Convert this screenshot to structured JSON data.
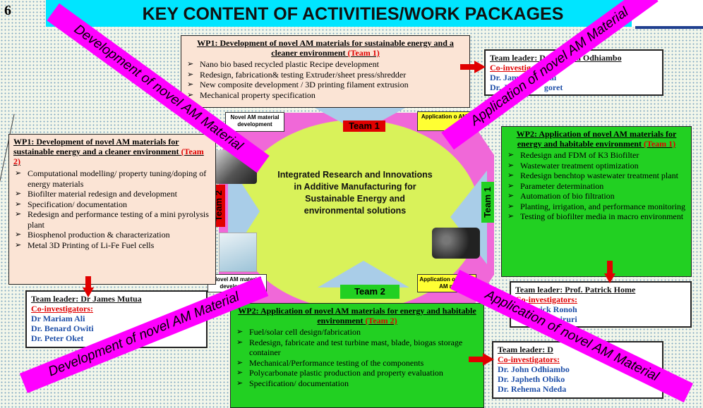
{
  "slide_number": "6",
  "title": "KEY CONTENT OF ACTIVITIES/WORK PACKAGES",
  "center_text": "Integrated Research and Innovations in Additive Manufacturing for Sustainable Energy and environmental solutions",
  "wp_top": {
    "header": "WP1: Development of novel AM materials for sustainable energy and a cleaner environment",
    "team": "(Team 1)",
    "items": [
      "Nano bio based recycled plastic Recipe development",
      "Redesign, fabrication& testing Extruder/sheet press/shredder",
      "New composite development / 3D printing filament extrusion",
      "Mechanical property specification"
    ]
  },
  "wp_left": {
    "header": "WP1: Development of novel AM materials for sustainable energy and a cleaner environment",
    "team": "(Team 2)",
    "items": [
      "Computational modelling/ property tuning/doping of energy materials",
      "Biofilter material redesign and development",
      "Specification/ documentation",
      "Redesign and performance testing of a mini pyrolysis plant",
      "Biosphenol production & characterization",
      "Metal 3D Printing of Li-Fe Fuel cells"
    ]
  },
  "wp_right": {
    "header": "WP2: Application of novel AM materials for energy and habitable environment",
    "team": "(Team 1)",
    "items": [
      "Redesign and FDM of K3 Biofilter",
      "Wastewater treatment optimization",
      "Redesign benchtop wastewater treatment plant",
      "Parameter determination",
      "Automation of bio filtration",
      "Planting, irrigation, and performance monitoring",
      "Testing of biofilter media in macro environment"
    ]
  },
  "wp_bottom": {
    "header": "WP2: Application of novel AM materials for energy and habitable environment",
    "team": "(Team 2)",
    "items": [
      "Fuel/solar cell design/fabrication",
      "Redesign, fabricate and test turbine mast, blade, biogas storage container",
      "Mechanical/Performance testing of the components",
      "Polycarbonate plastic production and property evaluation",
      "Specification/ documentation"
    ]
  },
  "leaders": {
    "top_right": {
      "leader": "Team leader: D",
      "leader_end": "ald Odhiambo",
      "co": "Co-investig",
      "names": [
        "Dr. Jam",
        "Dr. J"
      ],
      "names_end": [
        "ai",
        "goret"
      ]
    },
    "left": {
      "leader": "Team leader: Dr James Mutua",
      "co": "Co-investigators:",
      "names": [
        "Dr Mariam Ali",
        "Dr. Benard Owiti",
        "Dr. Peter Oket"
      ]
    },
    "right": {
      "leader": "Team leader: Prof. Patrick Home",
      "co": "Co-investigators:",
      "names": [
        "Erick Ronoh",
        "rick Muiruri"
      ]
    },
    "bottom_right": {
      "leader": "Team leader: D",
      "leader_end": "rimi",
      "co": "Co-investigators:",
      "names": [
        "Dr. John Odhiambo",
        "Dr. Japheth Obiko",
        "Dr. Rehema Ndeda"
      ]
    }
  },
  "labels": {
    "nam_dev_top": "Novel AM material development",
    "app_top": "Application o AM m",
    "nam_dev_bottom": "Novel AM material development",
    "app_bottom": "Application of Novel AM m",
    "team1_top": "Team 1",
    "team1_right": "Team 1",
    "team2_left": "Team 2",
    "team2_bottom": "Team 2"
  },
  "diagonals": {
    "d1": "Development of novel AM Material",
    "d2": "Application of novel AM Material",
    "d3": "Development of novel AM Material",
    "d4": "Application of novel AM Material"
  },
  "colors": {
    "title_bg": "#00e5ff",
    "magenta": "#ff00ff",
    "peach": "#fbe4d5",
    "green": "#22d022",
    "ellipse": "#d9f25a",
    "triangle": "#a9cde8",
    "red": "#e00000",
    "blue_names": "#1f4fa8"
  }
}
